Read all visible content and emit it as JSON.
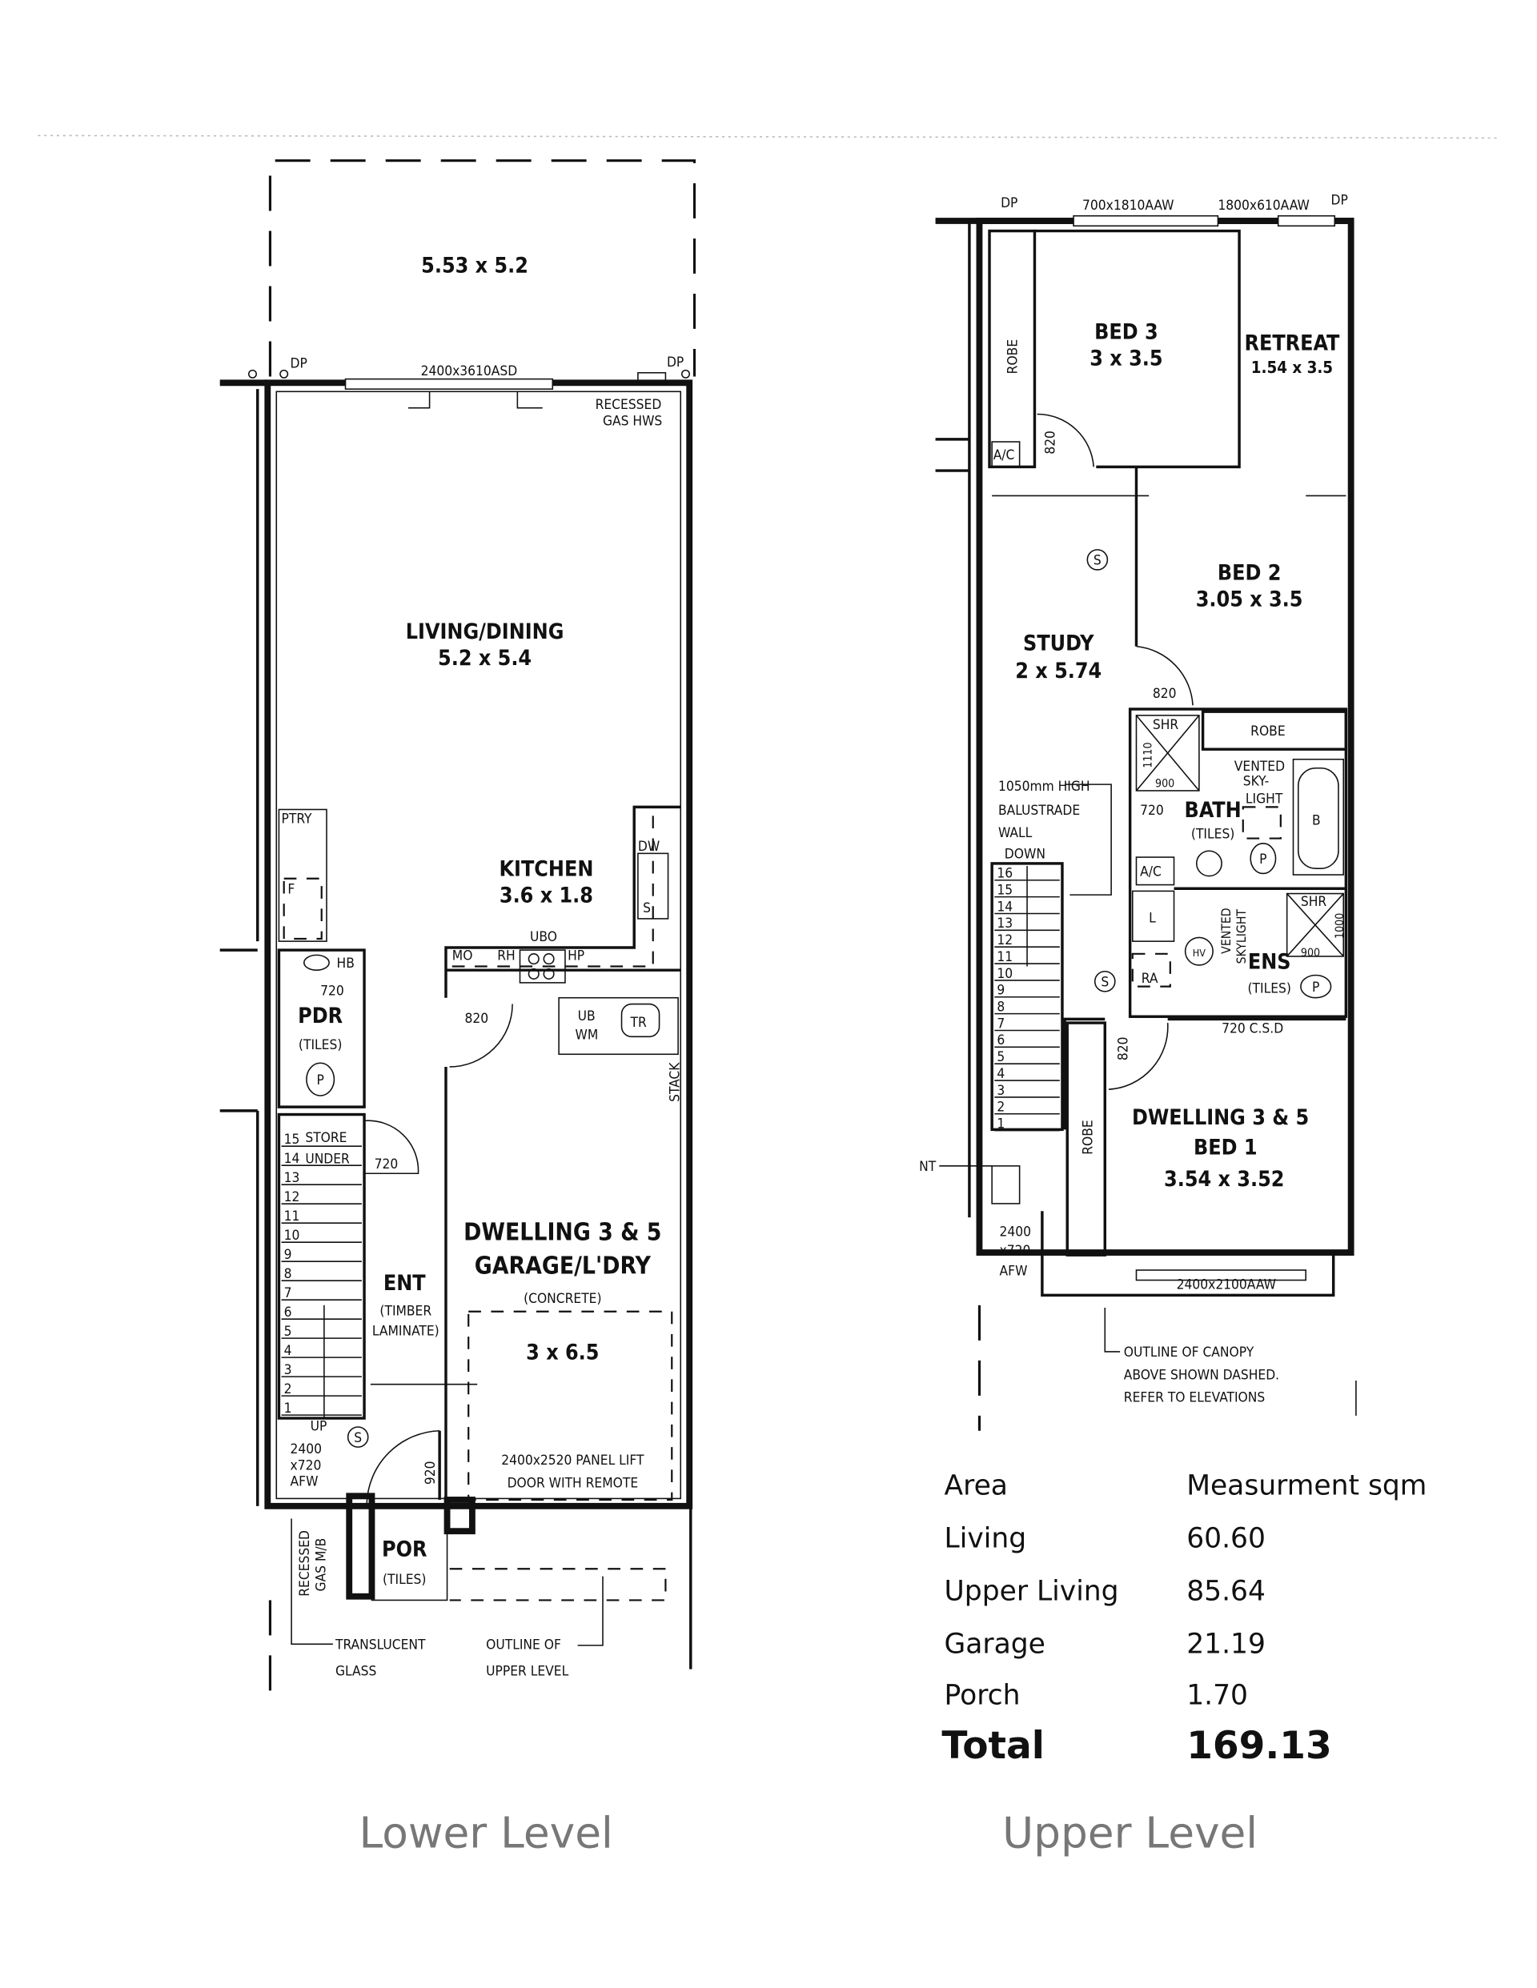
{
  "lower": {
    "courtyard": "5.53 x 5.2",
    "dp_left": "DP",
    "dp_right": "DP",
    "door_top": "2400x3610ASD",
    "hws_1": "RECESSED",
    "hws_2": "GAS HWS",
    "living_name": "LIVING/DINING",
    "living_size": "5.2 x 5.4",
    "ptry": "PTRY",
    "fridge": "F",
    "kitchen_name": "KITCHEN",
    "kitchen_size": "3.6 x 1.8",
    "dw": "DW",
    "ubo": "UBO",
    "mo": "MO",
    "rh": "RH",
    "hp": "HP",
    "hb": "HB",
    "pdr_door": "720",
    "pdr_name": "PDR",
    "pdr_floor": "(TILES)",
    "wc": "P",
    "door_820": "820",
    "ub": "UB",
    "wm": "WM",
    "tr": "TR",
    "stack": "STACK",
    "store": "STORE",
    "under": "UNDER",
    "store_door": "720",
    "steps": [
      "15",
      "14",
      "13",
      "12",
      "11",
      "10",
      "9",
      "8",
      "7",
      "6",
      "5",
      "4",
      "3",
      "2",
      "1"
    ],
    "up": "UP",
    "smoke": "S",
    "afw_1": "2400",
    "afw_2": "x720",
    "afw_3": "AFW",
    "ent_name": "ENT",
    "ent_floor_1": "(TIMBER",
    "ent_floor_2": "LAMINATE)",
    "garage_title_1": "DWELLING 3 & 5",
    "garage_title_2": "GARAGE/L'DRY",
    "garage_floor": "(CONCRETE)",
    "garage_size": "3 x 6.5",
    "garage_door_1": "2400x2520 PANEL LIFT",
    "garage_door_2": "DOOR WITH REMOTE",
    "entry_door": "920",
    "por_name": "POR",
    "por_floor": "(TILES)",
    "meter_1": "RECESSED",
    "meter_2": "GAS M/B",
    "note_glass_1": "TRANSLUCENT",
    "note_glass_2": "GLASS",
    "note_outline_1": "OUTLINE OF",
    "note_outline_2": "UPPER LEVEL",
    "label": "Lower Level"
  },
  "upper": {
    "dp_left": "DP",
    "dp_right": "DP",
    "win_1": "700x1810AAW",
    "win_2": "1800x610AAW",
    "robe_1": "ROBE",
    "ac_1": "A/C",
    "door_bed3": "820",
    "bed3_name": "BED 3",
    "bed3_size": "3 x 3.5",
    "retreat_name": "RETREAT",
    "retreat_size": "1.54 x 3.5",
    "smoke": "S",
    "bed2_name": "BED 2",
    "bed2_size": "3.05 x 3.5",
    "study_name": "STUDY",
    "study_size": "2 x 5.74",
    "door_bed2": "820",
    "shr": "SHR",
    "shr_d1": "1110",
    "shr_d2": "900",
    "robe_2": "ROBE",
    "vent_1": "VENTED",
    "vent_2": "SKY-",
    "vent_3": "LIGHT",
    "bath_door": "720",
    "bath_name": "BATH",
    "bath_floor": "(TILES)",
    "bath_tub": "B",
    "wc": "P",
    "ac_2": "A/C",
    "linen": "L",
    "ra": "RA",
    "balustrade_1": "1050mm HIGH",
    "balustrade_2": "BALUSTRADE",
    "balustrade_3": "WALL",
    "balustrade_4": "DOWN",
    "steps": [
      "16",
      "15",
      "14",
      "13",
      "12",
      "11",
      "10",
      "9",
      "8",
      "7",
      "6",
      "5",
      "4",
      "3",
      "2",
      "1"
    ],
    "ens_vent_1": "VENTED",
    "ens_vent_2": "SKYLIGHT",
    "ens_shr": "SHR",
    "ens_shr_d1": "1000",
    "ens_shr_d2": "900",
    "ens_name": "ENS",
    "ens_floor": "(TILES)",
    "ens_door": "720 C.S.D",
    "hv": "HV",
    "door_bed1": "820",
    "robe_3": "ROBE",
    "bed1_title": "DWELLING 3 & 5",
    "bed1_name": "BED 1",
    "bed1_size": "3.54 x 3.52",
    "nt": "NT",
    "afw_1": "2400",
    "afw_2": "x720",
    "afw_3": "AFW",
    "win_3": "2400x2100AAW",
    "canopy_1": "OUTLINE OF CANOPY",
    "canopy_2": "ABOVE SHOWN DASHED.",
    "canopy_3": "REFER TO ELEVATIONS",
    "label": "Upper Level"
  },
  "area_table": {
    "header": [
      "Area",
      "Measurment sqm"
    ],
    "rows": [
      {
        "area": "Living",
        "sqm": "60.60"
      },
      {
        "area": "Upper Living",
        "sqm": "85.64"
      },
      {
        "area": "Garage",
        "sqm": "21.19"
      },
      {
        "area": "Porch",
        "sqm": "1.70"
      }
    ],
    "total_label": "Total",
    "total_value": "169.13"
  }
}
